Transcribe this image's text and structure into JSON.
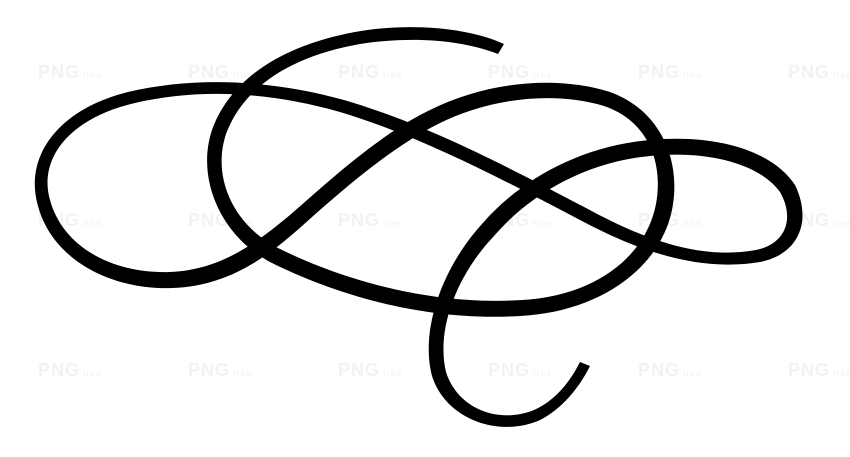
{
  "image": {
    "subject": "flourish-ornament",
    "background_color": "#ffffff",
    "ink_color": "#000000",
    "watermark_color": "#f2f2f2"
  },
  "watermark": {
    "text": "PNG",
    "subtext": "tree"
  }
}
